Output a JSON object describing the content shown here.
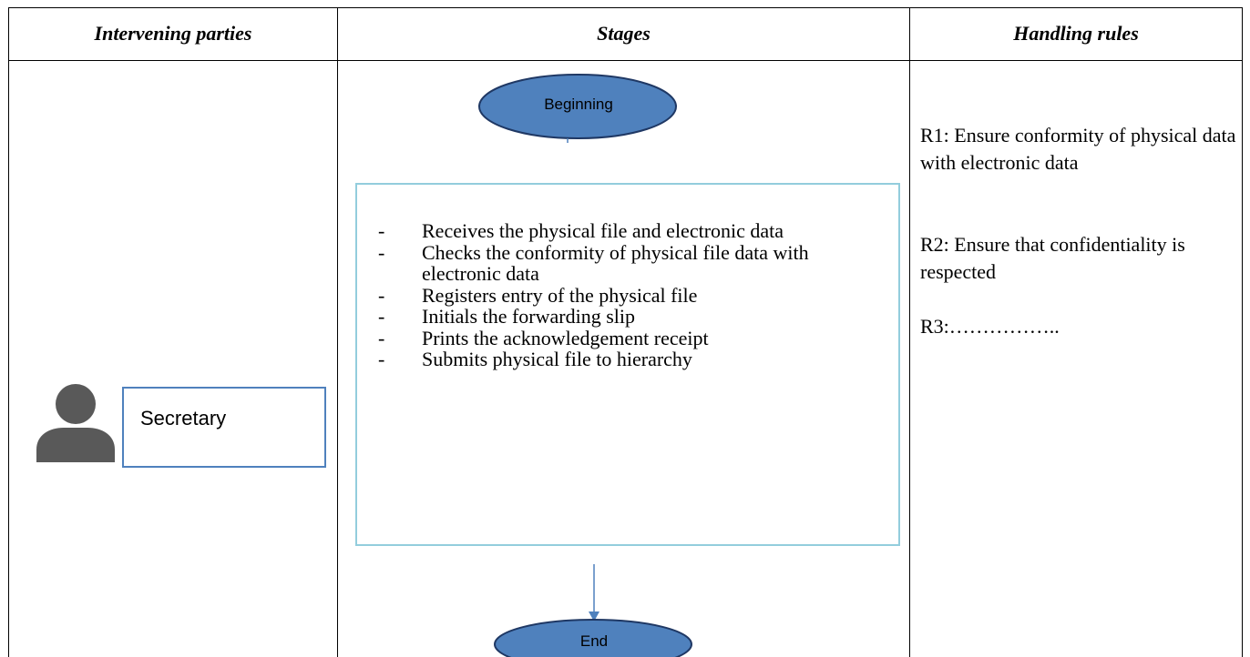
{
  "headers": {
    "parties": "Intervening parties",
    "stages": "Stages",
    "rules": "Handling rules"
  },
  "party": {
    "label": "Secretary",
    "icon": "person-icon"
  },
  "flow": {
    "start": "Beginning",
    "end": "End",
    "steps": [
      {
        "bullet": "-",
        "text": "Receives the physical file and electronic data"
      },
      {
        "bullet": "-",
        "text": "Checks the conformity of physical file data with electronic data"
      },
      {
        "bullet": "-",
        "text": "Registers entry of the physical file"
      },
      {
        "bullet": "-",
        "text": "Initials the forwarding slip"
      },
      {
        "bullet": "-",
        "text": "Prints the acknowledgement receipt"
      },
      {
        "bullet": "-",
        "text": "Submits physical file to hierarchy"
      }
    ]
  },
  "rules": [
    "R1: Ensure conformity of physical data with electronic data",
    "R2: Ensure that confidentiality is respected",
    "R3:…………….."
  ],
  "colors": {
    "ellipse_fill": "#4f81bd",
    "ellipse_stroke": "#1f3864",
    "box_border": "#93cddd",
    "secretary_border": "#4f81bd",
    "icon": "#595959",
    "arrow": "#4f81bd"
  }
}
